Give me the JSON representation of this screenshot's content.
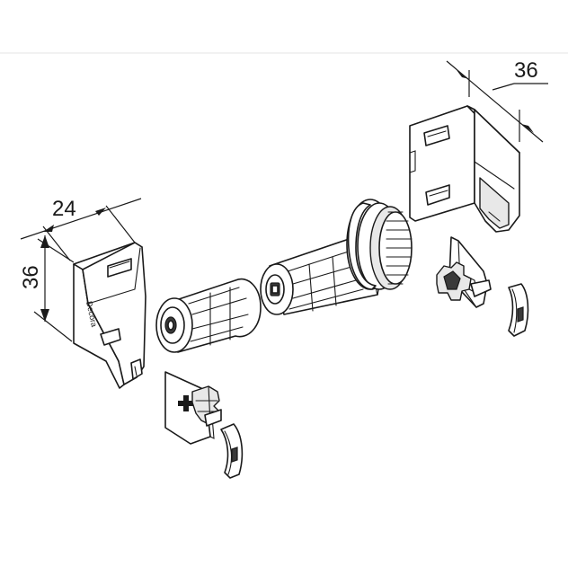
{
  "dimensions": {
    "left_width": "24",
    "left_height": "36",
    "right_depth": "36"
  },
  "left_bracket": {
    "brand_text": "Decora"
  },
  "colors": {
    "line": "#1a1a1a",
    "fill": "#ffffff",
    "shade": "#e8e8e8"
  }
}
